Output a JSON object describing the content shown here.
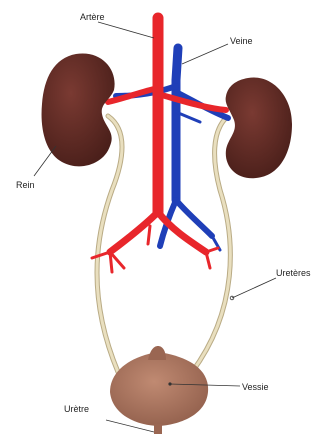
{
  "labels": {
    "artery": "Artère",
    "vein": "Veine",
    "kidney": "Rein",
    "ureters": "Uretères",
    "bladder": "Vessie",
    "urethra": "Urètre"
  },
  "colors": {
    "artery": "#e8262b",
    "vein": "#1f3fb8",
    "kidney": "#5e2a24",
    "ureter": "#e9dfbf",
    "bladder": "#a9735e",
    "leader": "#333333"
  }
}
